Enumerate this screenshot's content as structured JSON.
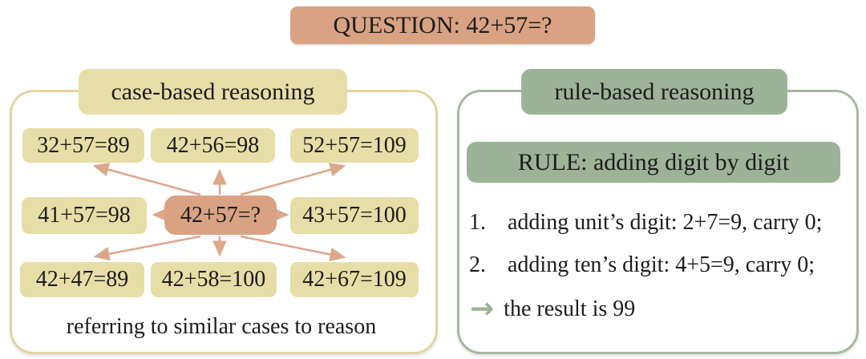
{
  "colors": {
    "salmon_accent": "#d9a283",
    "tan_fill": "#e7dda6",
    "tan_border": "#e2d59e",
    "green_fill": "#9db397",
    "green_border": "#a7b7a0",
    "arrow_salmon": "#dca78a",
    "text": "#1c1c1c"
  },
  "question_banner": {
    "label": "QUESTION: 42+57=?"
  },
  "left_panel": {
    "title": "case-based reasoning",
    "center_case": {
      "label": "42+57=?"
    },
    "cases": [
      {
        "label": "32+57=89"
      },
      {
        "label": "42+56=98"
      },
      {
        "label": "52+57=109"
      },
      {
        "label": "41+57=98"
      },
      {
        "label": "43+57=100"
      },
      {
        "label": "42+47=89"
      },
      {
        "label": "42+58=100"
      },
      {
        "label": "42+67=109"
      }
    ],
    "caption": "referring to similar cases to reason"
  },
  "right_panel": {
    "title": "rule-based reasoning",
    "rule_label": "RULE: adding digit by digit",
    "steps": [
      {
        "number": "1.",
        "text": "adding unit’s digit: 2+7=9, carry 0;"
      },
      {
        "number": "2.",
        "text": "adding ten’s digit: 4+5=9, carry 0;"
      }
    ],
    "result": {
      "icon": "→",
      "text": "the result is 99"
    }
  }
}
